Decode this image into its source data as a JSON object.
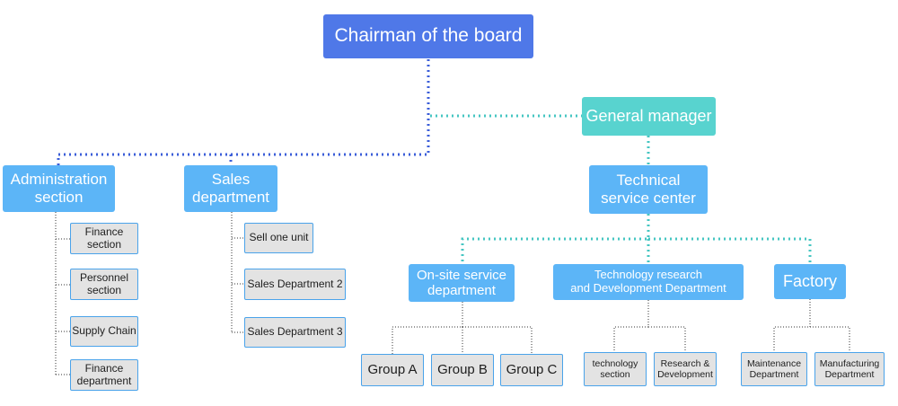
{
  "chairman": "Chairman of the board",
  "general_manager": "General manager",
  "administration": {
    "title": "Administration\nsection",
    "items": [
      "Finance\nsection",
      "Personnel\nsection",
      "Supply Chain",
      "Finance\ndepartment"
    ]
  },
  "sales": {
    "title": "Sales\ndepartment",
    "items": [
      "Sell one unit",
      "Sales Department 2",
      "Sales Department 3"
    ]
  },
  "technical_center": "Technical\nservice center",
  "onsite": {
    "title": "On-site service\ndepartment",
    "groups": [
      "Group A",
      "Group B",
      "Group C"
    ]
  },
  "tech_rd": {
    "title": "Technology research\nand Development Department",
    "items": [
      "technology\nsection",
      "Research &\nDevelopment"
    ]
  },
  "factory": {
    "title": "Factory",
    "items": [
      "Maintenance\nDepartment",
      "Manufacturing\nDepartment"
    ]
  },
  "colors": {
    "chairman": "#4f78e8",
    "general_manager": "#58d3cf",
    "department": "#5cb5f7",
    "leaf_fill": "#e3e3e3",
    "leaf_border": "#4aa3ea"
  }
}
